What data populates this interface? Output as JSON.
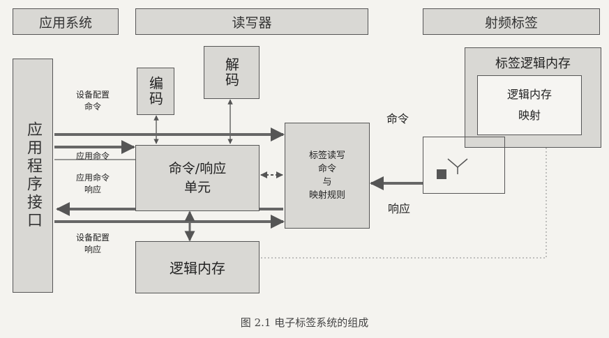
{
  "headers": {
    "app_system": "应用系统",
    "reader": "读写器",
    "rf_tag": "射频标签"
  },
  "boxes": {
    "app_interface": "应用程序接口",
    "encode": "编码",
    "decode": "解码",
    "cmd_response_unit": "命令/响应\n单元",
    "tag_rw": "标签读写\n命令\n与\n映射规则",
    "logic_memory": "逻辑内存",
    "tag_logic_memory": "标签逻辑内存",
    "logic_memory_map": "逻辑内存\n映射"
  },
  "labels": {
    "device_config_cmd": "设备配置\n命令",
    "app_cmd": "应用命令",
    "app_cmd_response": "应用命令\n响应",
    "device_config_response": "设备配置\n响应",
    "command": "命令",
    "response": "响应"
  },
  "caption": "图 2.1  电子标签系统的组成"
}
